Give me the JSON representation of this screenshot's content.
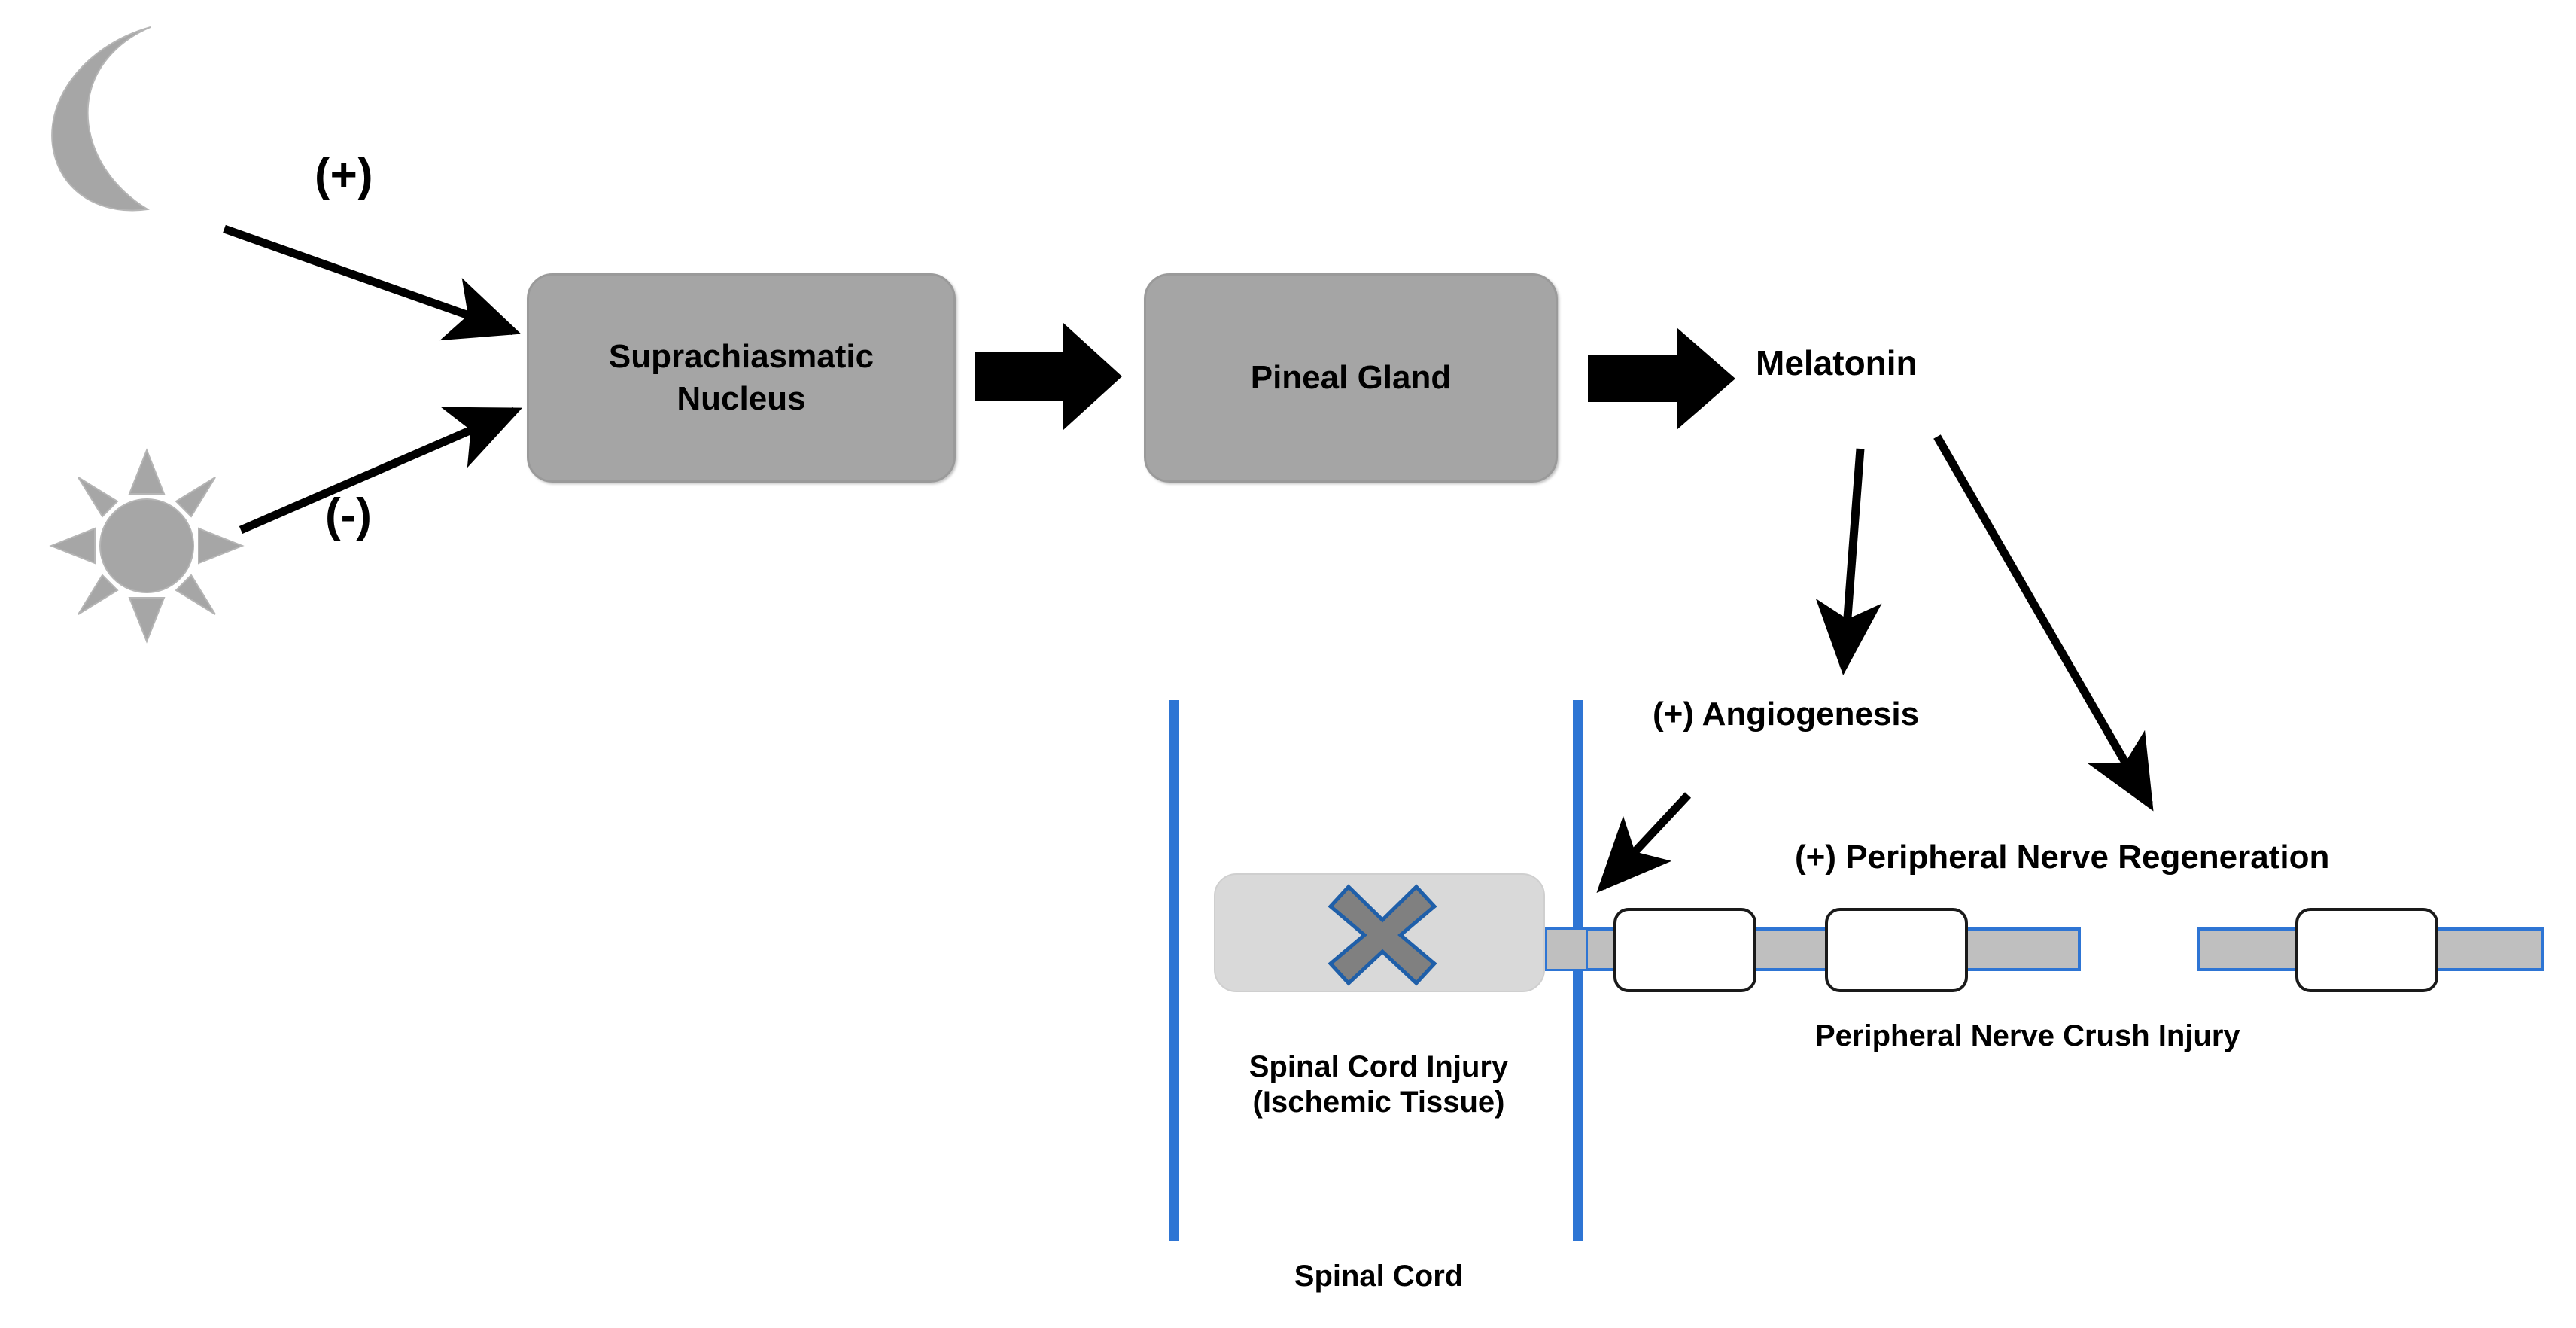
{
  "diagram": {
    "title": "Melatonin circadian regulation and neural repair pathway",
    "colors": {
      "box_fill": "#a5a5a5",
      "box_border": "#9a9a9a",
      "arrow_black": "#000000",
      "cord_blue": "#2E75D4",
      "nerve_gray": "#bfbfbf",
      "ischemic_gray": "#d9d9d9",
      "x_mark_gray": "#808080",
      "x_mark_outline": "#1F5FA9",
      "icon_gray": "#a6a6a6"
    }
  },
  "icons": {
    "moon": "crescent-moon-icon",
    "sun": "sun-icon"
  },
  "signs": {
    "positive": "(+)",
    "negative": "(-)"
  },
  "nodes": {
    "scn": "Suprachiasmatic\nNucleus",
    "pineal": "Pineal Gland",
    "melatonin": "Melatonin"
  },
  "effects": {
    "angiogenesis": "(+) Angiogenesis",
    "nerve_regeneration": "(+) Peripheral Nerve Regeneration"
  },
  "captions": {
    "spinal_cord_injury": "Spinal Cord Injury\n(Ischemic Tissue)",
    "spinal_cord": "Spinal Cord",
    "nerve_crush_injury": "Peripheral Nerve Crush Injury"
  }
}
